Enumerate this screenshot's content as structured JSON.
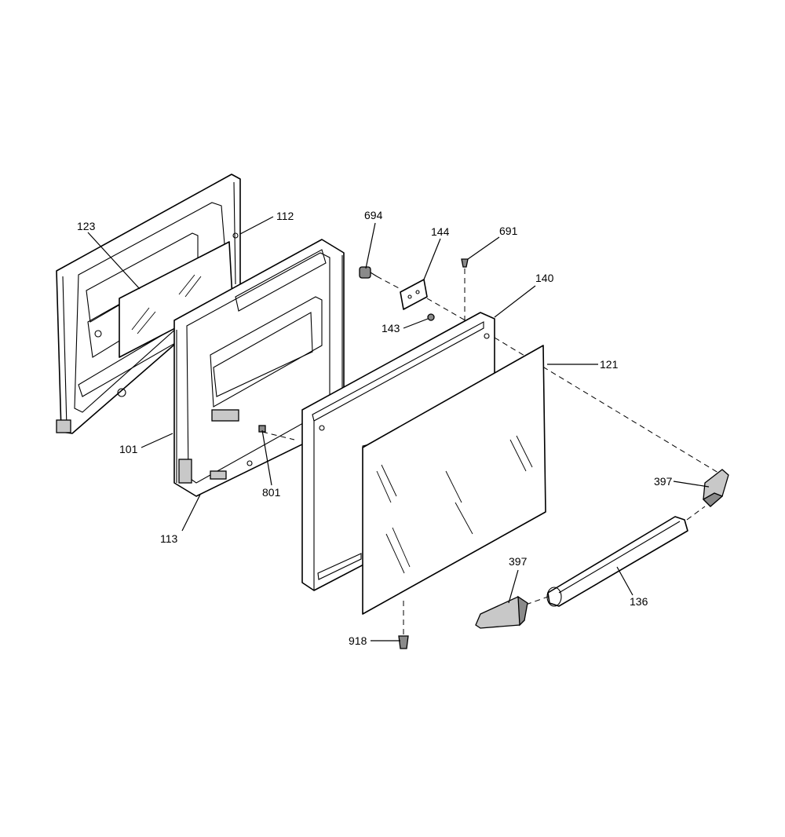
{
  "callouts": {
    "c112": "112",
    "c123": "123",
    "c101": "101",
    "c113": "113",
    "c801": "801",
    "c694": "694",
    "c144": "144",
    "c691": "691",
    "c140": "140",
    "c143": "143",
    "c121": "121",
    "c397a": "397",
    "c397b": "397",
    "c136": "136",
    "c918": "918"
  },
  "colors": {
    "line": "#000000",
    "background": "#ffffff",
    "shade": "#c8c8c8"
  }
}
